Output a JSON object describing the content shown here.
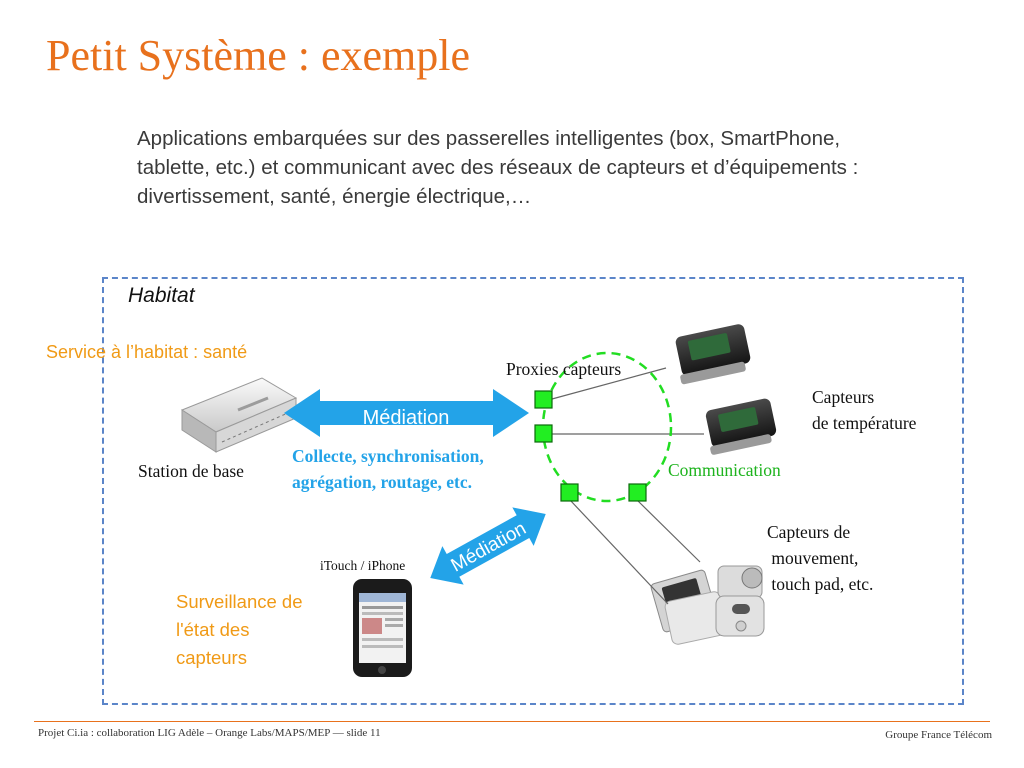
{
  "slide": {
    "title": "Petit Système : exemple",
    "intro": "Applications embarquées sur des passerelles intelligentes (box, SmartPhone, tablette, etc.) et communicant  avec des réseaux de capteurs et d’équipements : divertissement, santé, énergie électrique,…"
  },
  "diagram": {
    "habitat_label": "Habitat",
    "service_label": "Service à l’habitat : santé",
    "station_label": "Station de base",
    "mediation_label": "Médiation",
    "mediation_diag_label": "Médiation",
    "collecte_lines": [
      "Collecte, synchronisation,",
      "agrégation, routage, etc."
    ],
    "proxies_label": "Proxies capteurs",
    "temp_lines": [
      "Capteurs",
      "de température"
    ],
    "communication_label": "Communication",
    "mouvement_lines": [
      "Capteurs de",
      " mouvement,",
      " touch pad, etc."
    ],
    "itouch_label": "iTouch / iPhone",
    "surveillance_lines": [
      "Surveillance de",
      "l'état des",
      "capteurs"
    ],
    "colors": {
      "title": "#e8711d",
      "arrow": "#23a3e8",
      "proxy_square": "#22ee22",
      "communication": "#1db31d",
      "orange_text": "#f09a16",
      "frame": "#5b85c9"
    }
  },
  "footer": {
    "left": "Projet Ci.ia : collaboration LIG Adèle –  Orange Labs/MAPS/MEP — slide 11",
    "right": "Groupe France Télécom"
  }
}
